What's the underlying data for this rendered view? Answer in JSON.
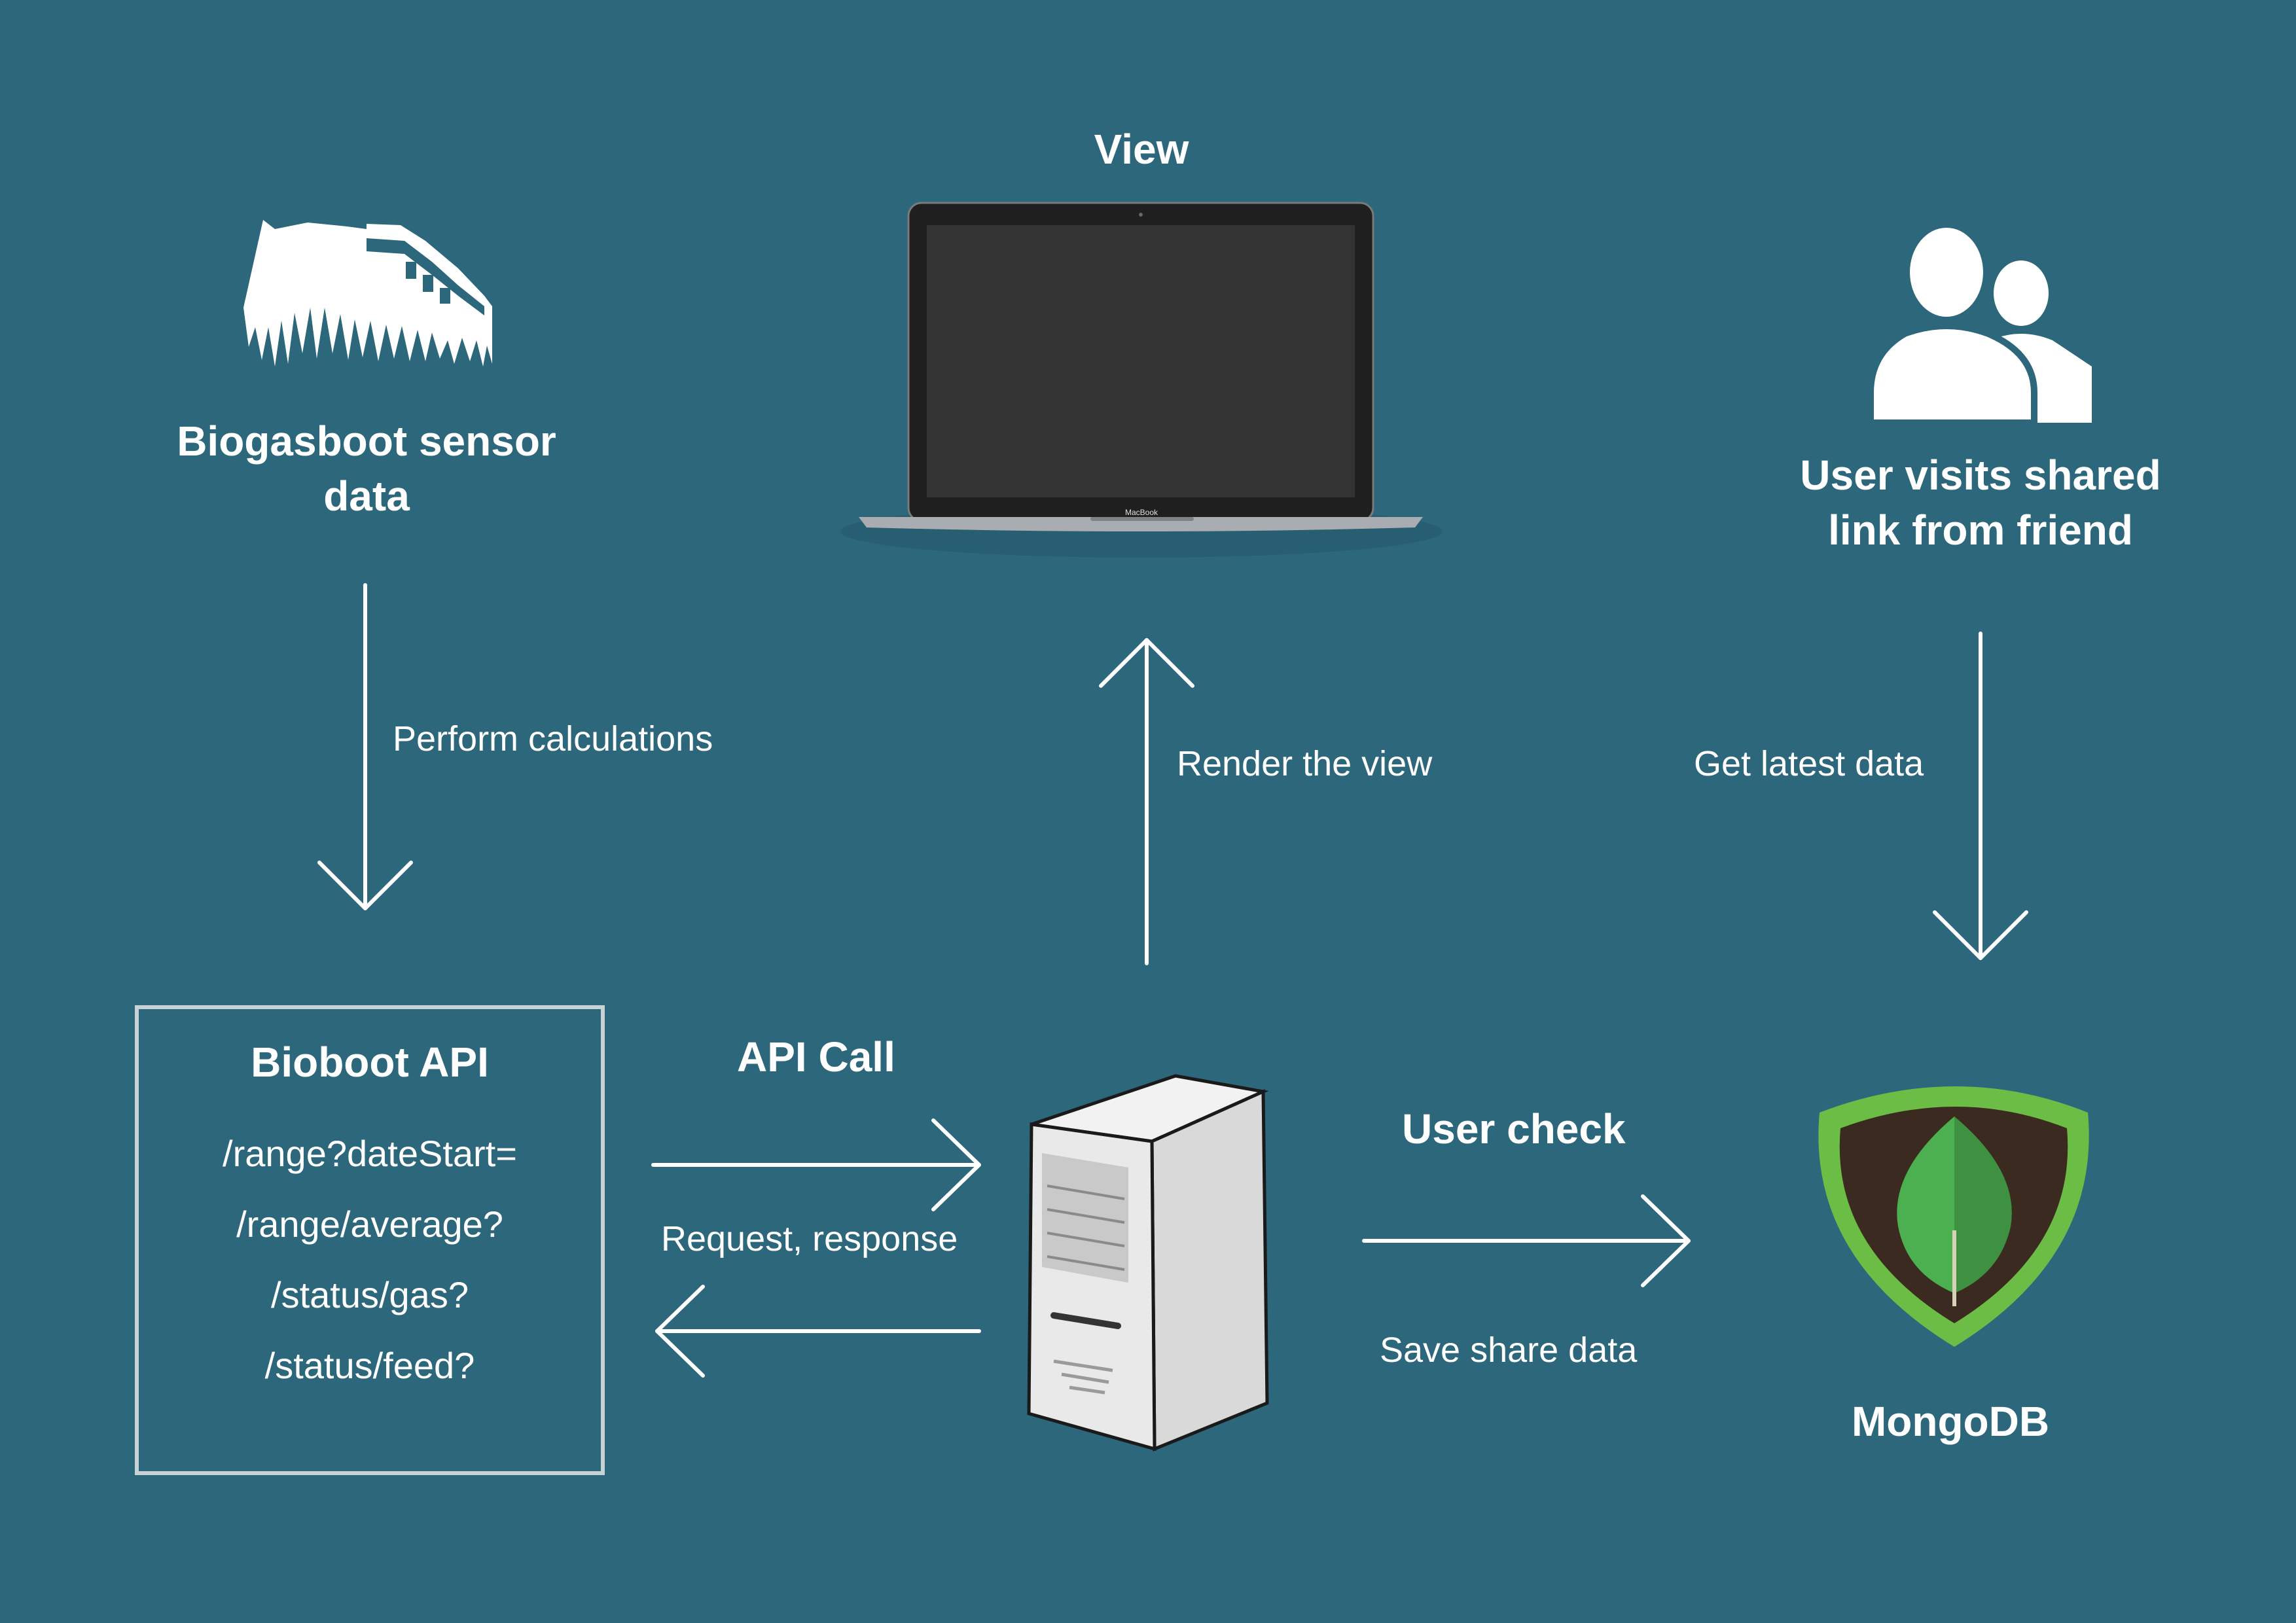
{
  "nodes": {
    "sensor": {
      "title_line1": "Biogasboot sensor",
      "title_line2": "data"
    },
    "view": {
      "title": "View",
      "laptop_brand": "MacBook"
    },
    "user": {
      "title_line1": "User visits shared",
      "title_line2": "link from friend"
    },
    "api": {
      "title": "Bioboot API",
      "routes": [
        "/range?dateStart=",
        "/range/average?",
        "/status/gas?",
        "/status/feed?"
      ]
    },
    "mongodb": {
      "title": "MongoDB"
    }
  },
  "edges": {
    "sensor_to_api": "Perform calculations",
    "server_to_view": "Render the view",
    "user_to_db": "Get latest data",
    "api_call": "API Call",
    "request_response": "Request, response",
    "user_check": "User check",
    "save_share": "Save share data"
  },
  "colors": {
    "background": "#2d677b",
    "text": "#ffffff",
    "mongo_green": "#4caf50",
    "mongo_dark": "#3b2a1f"
  },
  "icons": {
    "sensor": "boat-icon",
    "view": "laptop-icon",
    "user": "users-icon",
    "server": "server-tower-icon",
    "db": "mongodb-leaf-icon"
  }
}
